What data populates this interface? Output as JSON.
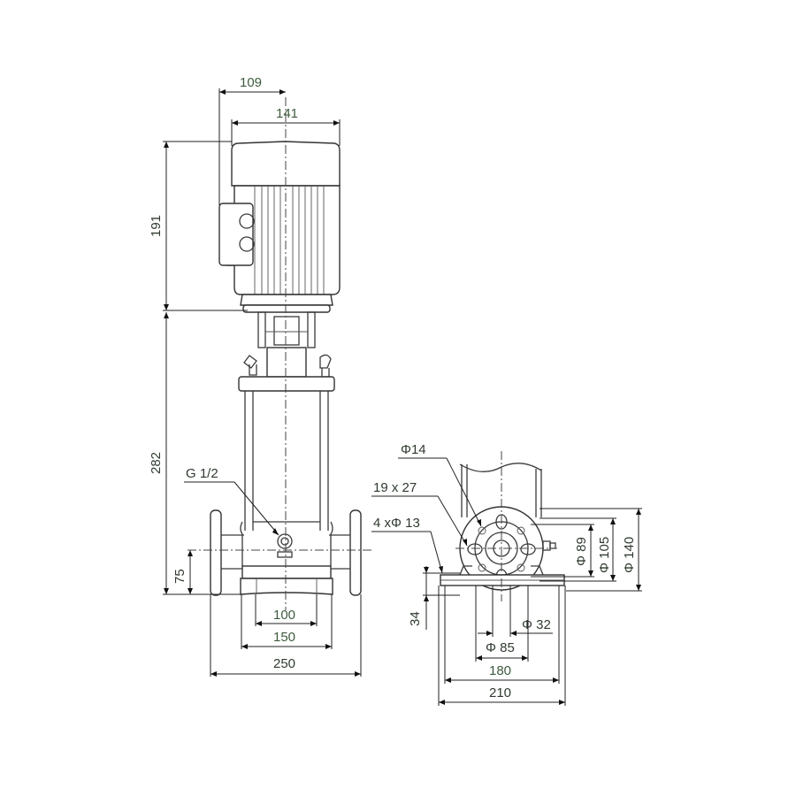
{
  "drawing": {
    "title": "Vertical multistage pump dimensional drawing",
    "colors": {
      "line": "#3a3a3a",
      "text": "#2f3a2f",
      "background": "#ffffff"
    },
    "side_view": {
      "dimensions": {
        "motor_offset": "109",
        "motor_width": "141",
        "motor_height": "191",
        "pump_height": "282",
        "inlet_height": "75",
        "port_spacing_inner": "100",
        "port_spacing_outer": "150",
        "flange_to_flange": "250"
      },
      "callouts": {
        "drain_plug": "G 1/2"
      }
    },
    "base_view": {
      "callouts": {
        "hole_diameter": "Φ14",
        "slot_size": "19 x 27",
        "bolt_holes": "4 xΦ 13"
      },
      "dimensions": {
        "flange_d1": "Φ 89",
        "flange_d2": "Φ 105",
        "flange_d3": "Φ 140",
        "base_height": "34",
        "bore": "Φ 32",
        "bolt_circle": "Φ 85",
        "base_inner": "180",
        "base_outer": "210"
      }
    }
  }
}
